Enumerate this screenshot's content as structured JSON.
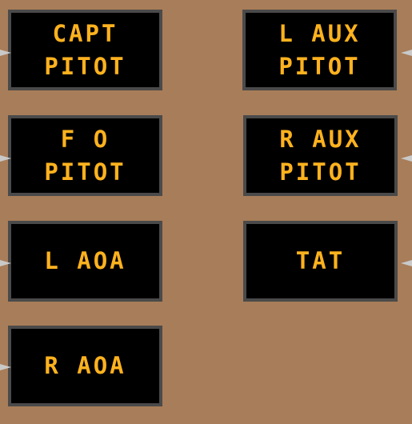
{
  "panel": {
    "colors": {
      "background": "#a87d59",
      "lamp_face": "#000000",
      "lamp_bezel": "#4a4a4a",
      "lamp_text": "#ffb21e",
      "pointer": "#c9c9c9"
    },
    "left_column": [
      {
        "line1": "CAPT",
        "line2": "PITOT"
      },
      {
        "line1": "F O",
        "line2": "PITOT"
      },
      {
        "line1": "L AOA"
      },
      {
        "line1": "R AOA"
      }
    ],
    "right_column": [
      {
        "line1": "L AUX",
        "line2": "PITOT"
      },
      {
        "line1": "R AUX",
        "line2": "PITOT"
      },
      {
        "line1": "TAT"
      }
    ],
    "icons": {
      "pointer": "pointer-arrow-icon"
    }
  }
}
